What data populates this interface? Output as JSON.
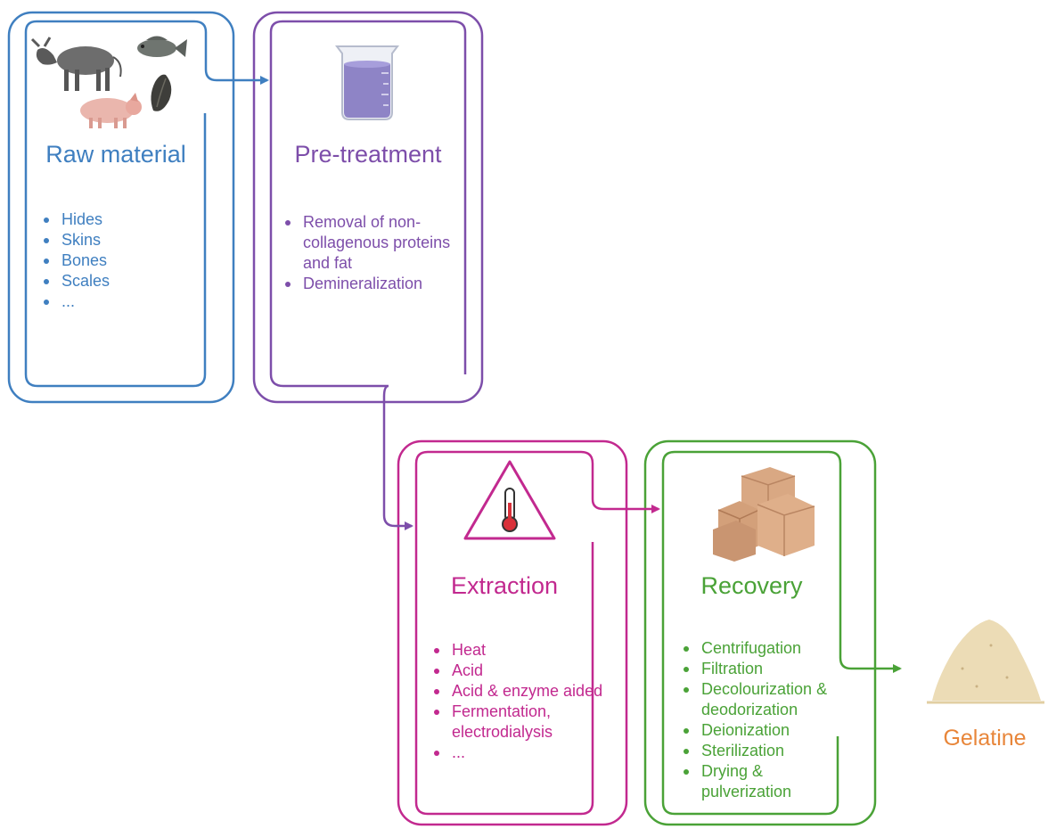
{
  "stages": {
    "raw_material": {
      "title": "Raw material",
      "items": [
        "Hides",
        "Skins",
        "Bones",
        "Scales",
        "..."
      ],
      "color": "#3f7fc0",
      "icons": [
        "cow-icon",
        "fish-icon",
        "pig-icon",
        "mussel-icon"
      ]
    },
    "pretreatment": {
      "title": "Pre-treatment",
      "items": [
        "Removal of non-collagenous proteins and fat",
        "Demineralization"
      ],
      "color": "#7d4eaa",
      "icons": [
        "beaker-icon"
      ]
    },
    "extraction": {
      "title": "Extraction",
      "items": [
        "Heat",
        "Acid",
        "Acid & enzyme aided",
        "Fermentation, electrodialysis",
        "..."
      ],
      "color": "#c2298f",
      "icons": [
        "thermometer-warning-icon"
      ]
    },
    "recovery": {
      "title": "Recovery",
      "items": [
        "Centrifugation",
        "Filtration",
        "Decolourization & deodorization",
        "Deionization",
        "Sterilization",
        "Drying & pulverization"
      ],
      "color": "#4aa237",
      "icons": [
        "boxes-icon"
      ]
    }
  },
  "output": {
    "label": "Gelatine",
    "color": "#e8863a",
    "icon": "powder-pile-icon"
  }
}
